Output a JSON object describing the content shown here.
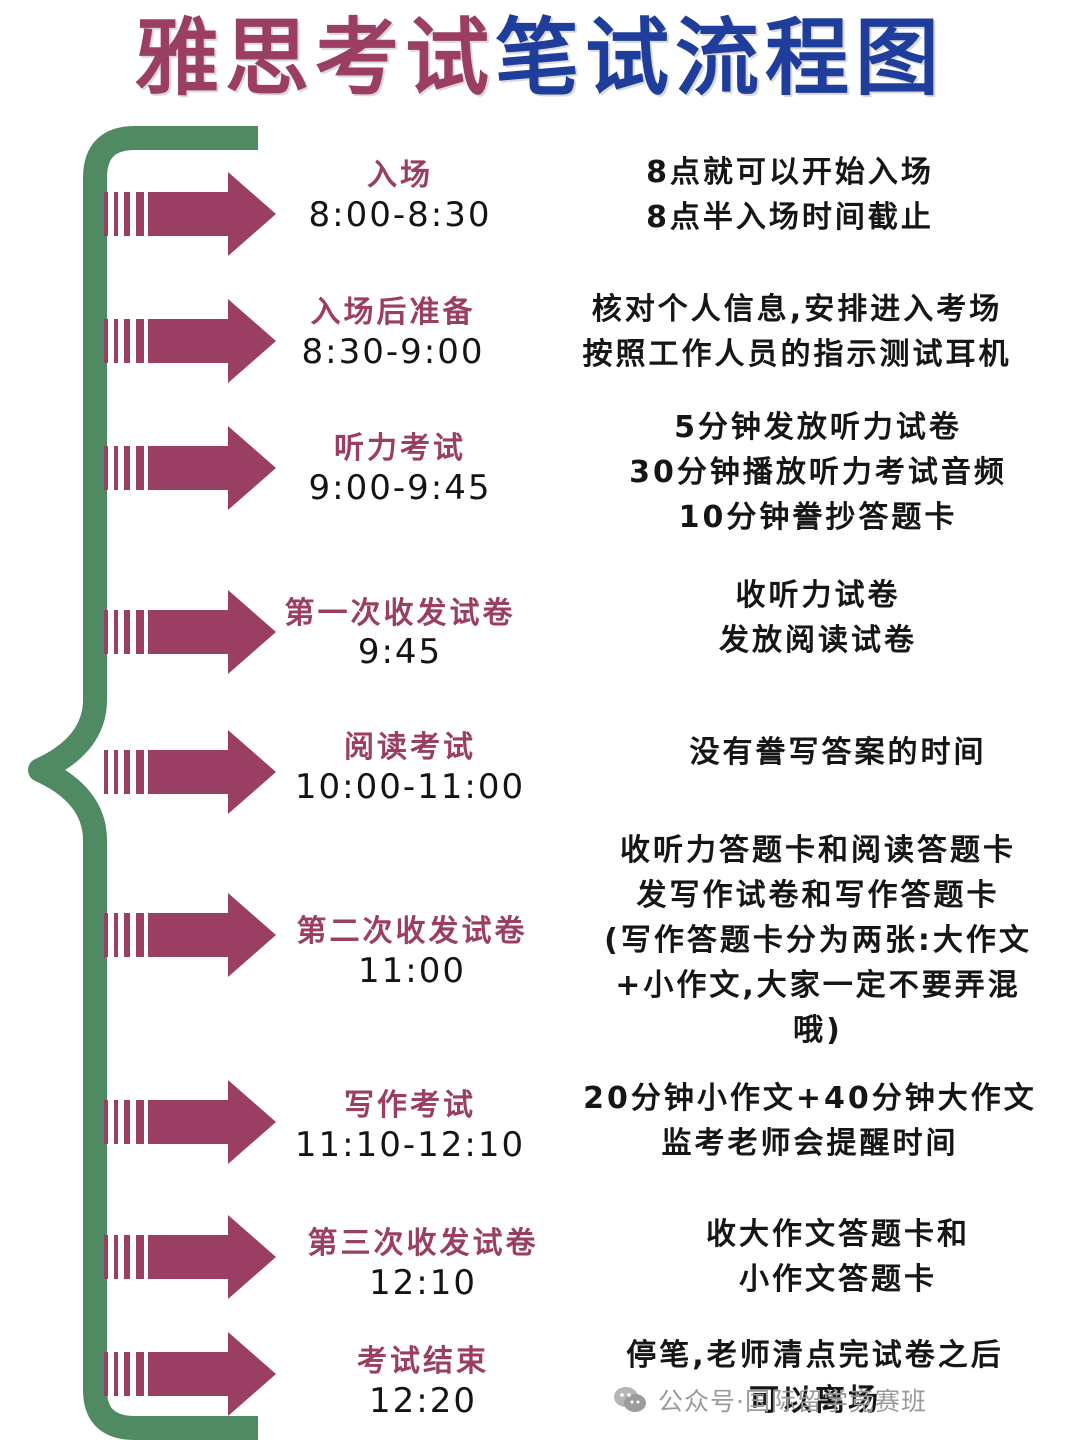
{
  "title": {
    "part1": "雅思考试",
    "part2": "笔试流程图"
  },
  "colors": {
    "title_part1": "#9a3f63",
    "title_part2": "#1f3e9c",
    "brace": "#4f8a62",
    "arrow": "#9a3f63"
  },
  "steps": [
    {
      "name": "入场",
      "time": "8:00-8:30",
      "desc": [
        "8点就可以开始入场",
        "8点半入场时间截止"
      ]
    },
    {
      "name": "入场后准备",
      "time": "8:30-9:00",
      "desc": [
        "核对个人信息,安排进入考场",
        "按照工作人员的指示测试耳机"
      ]
    },
    {
      "name": "听力考试",
      "time": "9:00-9:45",
      "desc": [
        "5分钟发放听力试卷",
        "30分钟播放听力考试音频",
        "10分钟誊抄答题卡"
      ]
    },
    {
      "name": "第一次收发试卷",
      "time": "9:45",
      "desc": [
        "收听力试卷",
        "发放阅读试卷"
      ]
    },
    {
      "name": "阅读考试",
      "time": "10:00-11:00",
      "desc": [
        "没有誊写答案的时间"
      ]
    },
    {
      "name": "第二次收发试卷",
      "time": "11:00",
      "desc": [
        "收听力答题卡和阅读答题卡",
        "发写作试卷和写作答题卡",
        "(写作答题卡分为两张:大作文",
        "+小作文,大家一定不要弄混",
        "哦)"
      ]
    },
    {
      "name": "写作考试",
      "time": "11:10-12:10",
      "desc": [
        "20分钟小作文+40分钟大作文",
        "监考老师会提醒时间"
      ]
    },
    {
      "name": "第三次收发试卷",
      "time": "12:10",
      "desc": [
        "收大作文答题卡和",
        "小作文答题卡"
      ]
    },
    {
      "name": "考试结束",
      "time": "12:20",
      "desc": [
        "停笔,老师清点完试卷之后",
        "可以离场"
      ]
    }
  ],
  "watermark": {
    "icon": "wechat-icon",
    "text": "公众号·国际留学竞赛班"
  }
}
